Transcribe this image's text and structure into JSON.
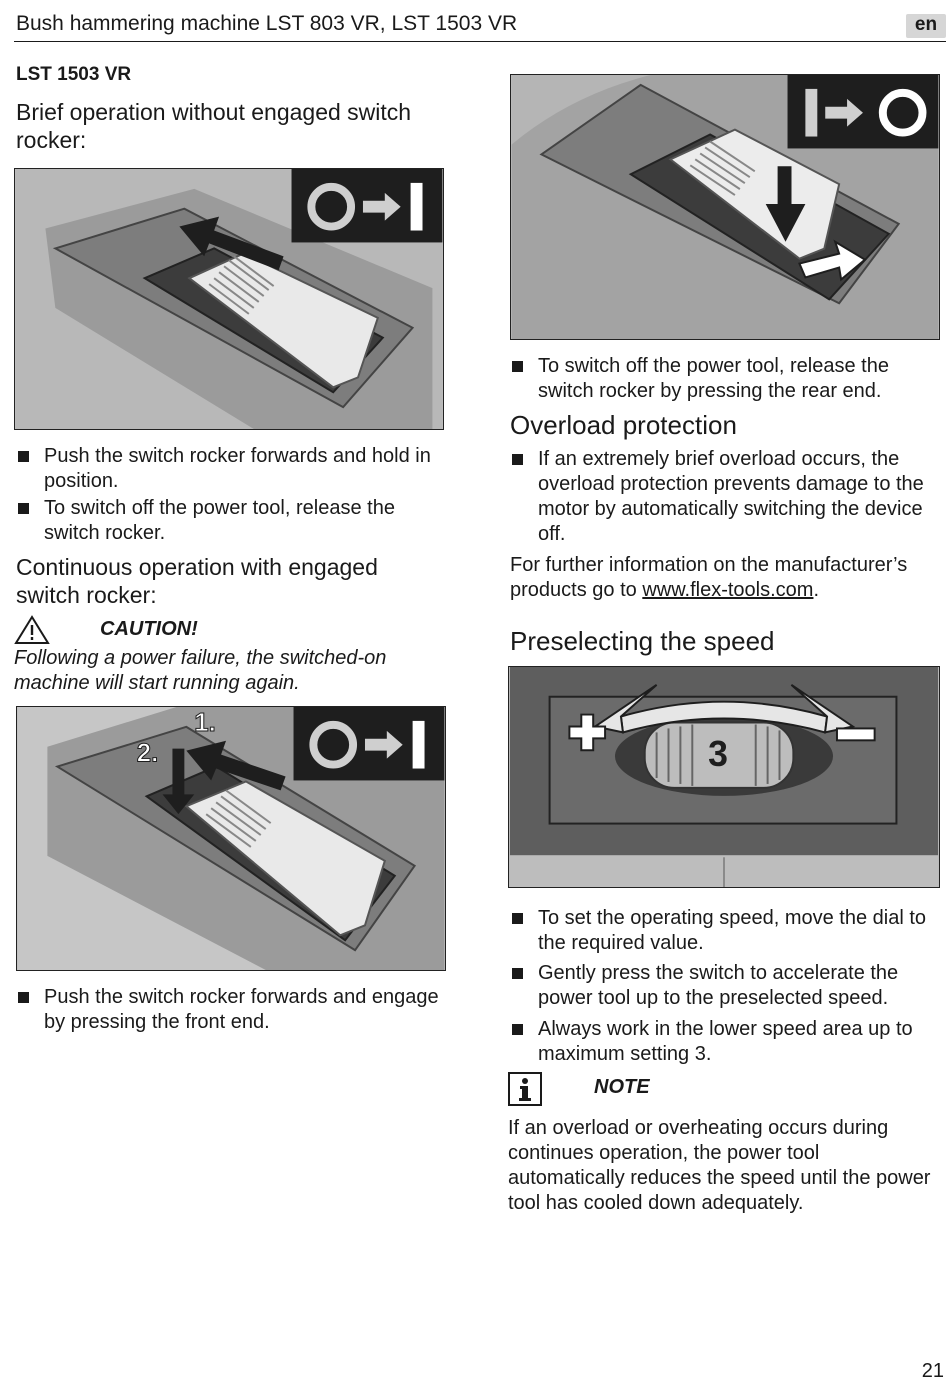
{
  "header": {
    "title": "Bush hammering machine LST 803 VR, LST 1503 VR",
    "lang": "en"
  },
  "left": {
    "model": "LST 1503 VR",
    "brief_heading": "Brief operation without engaged switch rocker:",
    "brief_bullets": [
      "Push the switch rocker forwards and hold in position.",
      "To switch off the power tool, release the switch rocker."
    ],
    "continuous_heading": "Continuous operation with engaged switch rocker:",
    "caution_label": "CAUTION!",
    "caution_text": "Following a power failure, the switched-on machine will start running again.",
    "figure_step_1": "1.",
    "figure_step_2": "2.",
    "continuous_bullets": [
      "Push the switch rocker forwards and engage by pressing the front end."
    ]
  },
  "right": {
    "off_bullets": [
      "To switch off the power tool, release the switch rocker by pressing the rear end."
    ],
    "overload_heading": "Overload protection",
    "overload_bullets": [
      "If an extremely brief overload occurs, the overload protection prevents damage to the motor by automatically switching the device off."
    ],
    "info_text_before": "For further information on the manufacturer’s products go to ",
    "info_link": "www.flex-tools.com",
    "info_text_after": ".",
    "speed_heading": "Preselecting the speed",
    "dial_value": "3",
    "speed_bullets": [
      "To set the operating speed, move the dial to the required value.",
      "Gently press the switch to accelerate the power tool up to the preselected speed.",
      "Always work in the lower speed area up to maximum setting 3."
    ],
    "note_label": "NOTE",
    "note_text": "If an overload or overheating occurs during continues operation, the power tool automatically reduces the speed until the power tool has cooled down adequately."
  },
  "footer": {
    "page": "21"
  },
  "colors": {
    "ink": "#1a1a1a",
    "figure_dark": "#1e1e1e",
    "figure_grey": "#9a9a9a"
  },
  "icons": [
    "on-off-symbol-icon",
    "off-symbol-icon",
    "warning-triangle-icon",
    "info-icon",
    "arrow-icon"
  ]
}
